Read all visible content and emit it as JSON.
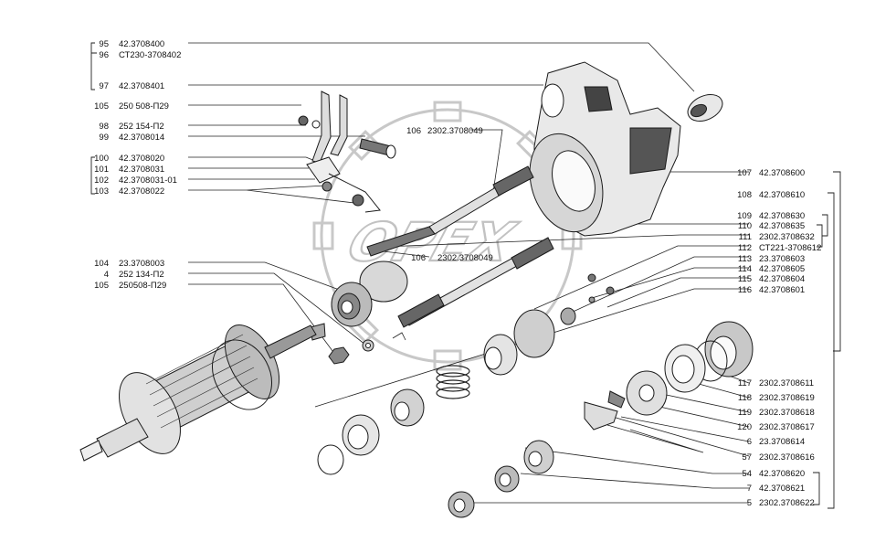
{
  "watermark": {
    "logo_text": "OPEX"
  },
  "callouts_left": [
    {
      "num": "95",
      "code": "42.3708400"
    },
    {
      "num": "96",
      "code": "СТ230-3708402"
    },
    {
      "num": "97",
      "code": "42.3708401"
    },
    {
      "num": "105",
      "code": "250  508-П29"
    },
    {
      "num": "98",
      "code": "252  154-П2"
    },
    {
      "num": "99",
      "code": "42.3708014"
    },
    {
      "num": "100",
      "code": "42.3708020"
    },
    {
      "num": "101",
      "code": "42.3708031"
    },
    {
      "num": "102",
      "code": "42.3708031-01"
    },
    {
      "num": "103",
      "code": "42.3708022"
    },
    {
      "num": "104",
      "code": "23.3708003"
    },
    {
      "num": "4",
      "code": "252 134-П2"
    },
    {
      "num": "105",
      "code": "250508-П29"
    }
  ],
  "callouts_mid": [
    {
      "num": "106",
      "code": "2302.3708049"
    },
    {
      "num": "106",
      "code": "2302.3708049"
    }
  ],
  "callouts_right": [
    {
      "num": "107",
      "code": "42.3708600"
    },
    {
      "num": "108",
      "code": "42.3708610"
    },
    {
      "num": "109",
      "code": "42.3708630"
    },
    {
      "num": "110",
      "code": "42.3708635"
    },
    {
      "num": "111",
      "code": "2302.3708632"
    },
    {
      "num": "112",
      "code": "СТ221-3708612"
    },
    {
      "num": "113",
      "code": "23.3708603"
    },
    {
      "num": "114",
      "code": "42.3708605"
    },
    {
      "num": "115",
      "code": "42.3708604"
    },
    {
      "num": "116",
      "code": "42.3708601"
    },
    {
      "num": "117",
      "code": "2302.3708611"
    },
    {
      "num": "118",
      "code": "2302.3708619"
    },
    {
      "num": "119",
      "code": "2302.3708618"
    },
    {
      "num": "120",
      "code": "2302.3708617"
    },
    {
      "num": "6",
      "code": "23.3708614"
    },
    {
      "num": "57",
      "code": "2302.3708616"
    },
    {
      "num": "54",
      "code": "42.3708620"
    },
    {
      "num": "7",
      "code": "42.3708621"
    },
    {
      "num": "5",
      "code": "2302.3708622"
    }
  ]
}
